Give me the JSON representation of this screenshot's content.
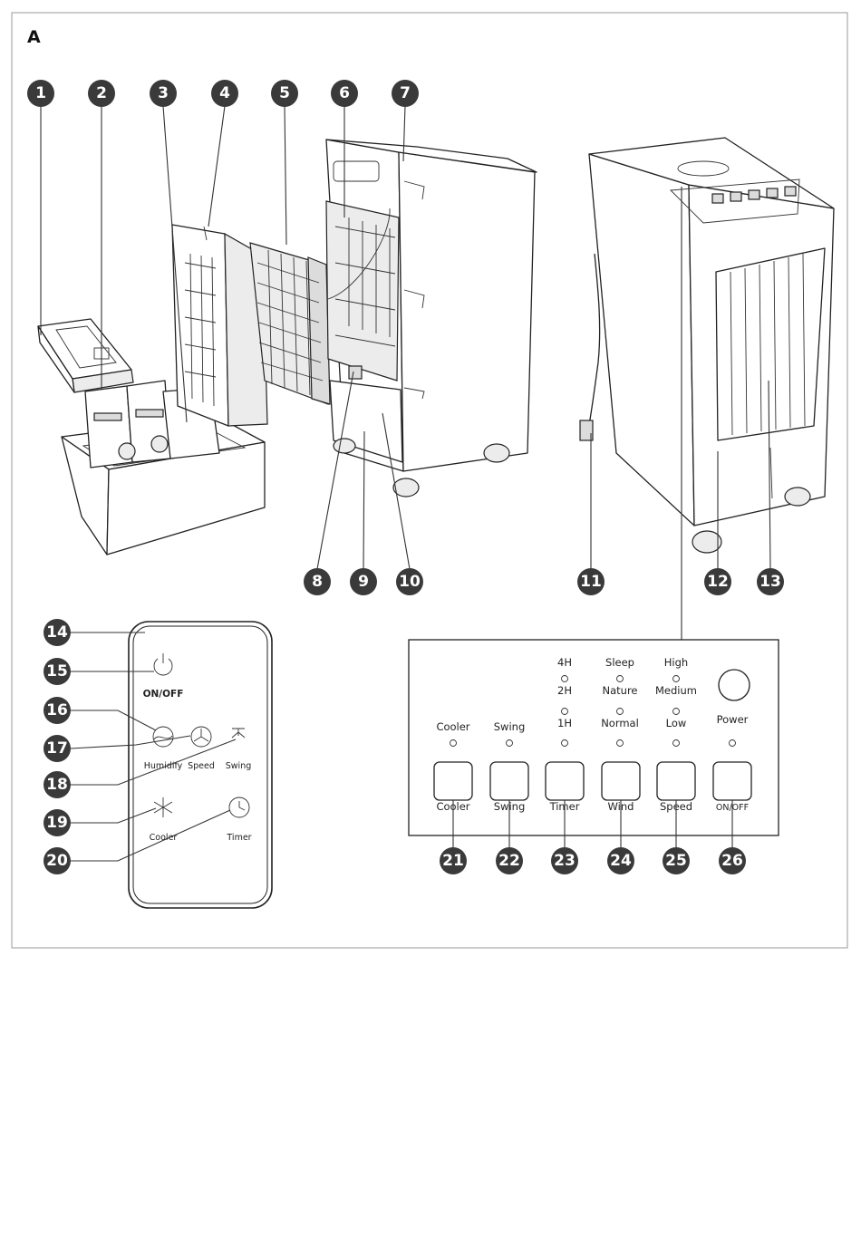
{
  "section_letter": "A",
  "callouts": [
    "1",
    "2",
    "3",
    "4",
    "5",
    "6",
    "7",
    "8",
    "9",
    "10",
    "11",
    "12",
    "13",
    "14",
    "15",
    "16",
    "17",
    "18",
    "19",
    "20",
    "21",
    "22",
    "23",
    "24",
    "25",
    "26"
  ],
  "remote": {
    "on_off_label": "ON/OFF",
    "humidify_label": "Humidify",
    "speed_label": "Speed",
    "swing_label": "Swing",
    "cooler_label": "Cooler",
    "timer_label": "Timer"
  },
  "panel": {
    "timer_indicators": [
      "4H",
      "2H",
      "1H"
    ],
    "wind_indicators": [
      "Sleep",
      "Nature",
      "Normal"
    ],
    "speed_indicators": [
      "High",
      "Medium",
      "Low"
    ],
    "cooler_indicator": "Cooler",
    "swing_indicator": "Swing",
    "power_indicator": "Power",
    "buttons": [
      "Cooler",
      "Swing",
      "Timer",
      "Wind",
      "Speed",
      "ON/OFF"
    ]
  }
}
